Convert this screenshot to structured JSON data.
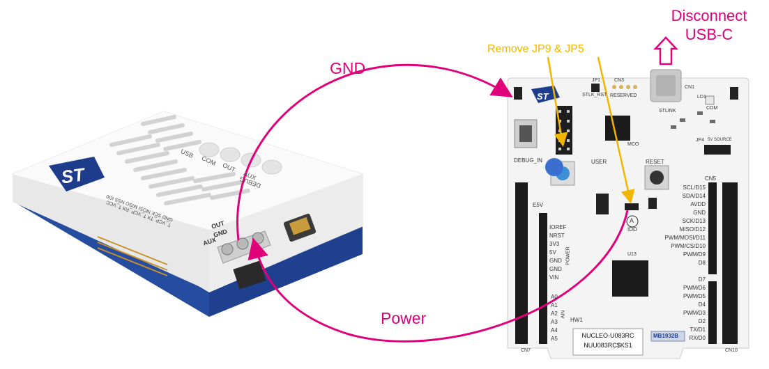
{
  "annotations": {
    "gnd": "GND",
    "power": "Power",
    "disconnect_line1": "Disconnect",
    "disconnect_line2": "USB-C",
    "remove_jumpers": "Remove JP9 & JP5"
  },
  "probe": {
    "port_labels": [
      "USB",
      "COM",
      "OUT",
      "AUX"
    ],
    "debug_label": "DEBUG",
    "terminal_labels": [
      "OUT",
      "GND",
      "AUX"
    ],
    "pin_labels": [
      "T_VCP_TX",
      "T_VCP_RX",
      "T_VCC",
      "GND",
      "SCK",
      "MOSI",
      "MISO",
      "NSS",
      "IO0"
    ]
  },
  "board": {
    "name": "NUCLEO-U083RC",
    "part": "NUU083RC$KS1",
    "pcb_id": "MB1932B",
    "silk": {
      "cn3": "CN3",
      "reserved": "RESERVED",
      "jp1": "JP1",
      "stlk_rst": "STLK_RST",
      "cn1": "CN1",
      "stlink": "STLINK",
      "com": "COM",
      "ld1": "LD1",
      "debug_in": "DEBUG_IN",
      "mco": "MCO",
      "user": "USER",
      "reset": "RESET",
      "idd": "IDD",
      "ammeter": "A",
      "u13": "U13",
      "hw1": "HW1",
      "cn5": "CN5",
      "cn7": "CN7",
      "cn10": "CN10",
      "e5v": "E5V",
      "jp4": "JP4",
      "sv_source": "5V SOURCE",
      "power_vert": "POWER",
      "ain_vert": "AIN"
    },
    "left_pins": [
      "IOREF",
      "NRST",
      "3V3",
      "5V",
      "GND",
      "GND",
      "VIN"
    ],
    "analog_pins": [
      "A0",
      "A1",
      "A2",
      "A3",
      "A4",
      "A5"
    ],
    "right_pins": [
      "SCL/D15",
      "SDA/D14",
      "AVDD",
      "GND",
      "SCK/D13",
      "MISO/D12",
      "PWM/MOSI/D11",
      "PWM/CS/D10",
      "PWM/D9",
      "D8"
    ],
    "right_pins_lower": [
      "D7",
      "PWM/D6",
      "PWM/D5",
      "D4",
      "PWM/D3",
      "D2",
      "TX/D1",
      "RX/D0"
    ]
  },
  "colors": {
    "magenta": "#e0007a",
    "yellow": "#f2b500",
    "st_blue": "#1d3c8c"
  }
}
